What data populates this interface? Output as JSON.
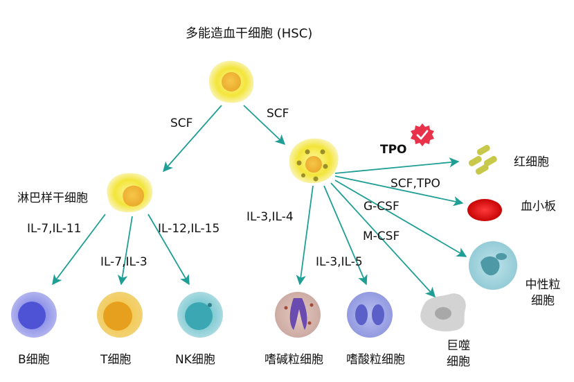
{
  "title": "多能造血干细胞 (HSC)",
  "factors": {
    "scf_left": "SCF",
    "scf_right": "SCF",
    "tpo": "TPO",
    "scf_tpo": "SCF,TPO",
    "g_csf": "G-CSF",
    "m_csf": "M-CSF",
    "il3_il4": "IL-3,IL-4",
    "il3_il5": "IL-3,IL-5",
    "il7_il11": "IL-7,IL-11",
    "il7_il3": "IL-7,IL-3",
    "il12_il15": "IL-12,IL-15"
  },
  "cells": {
    "lymphoid_stem": "淋巴样干细胞",
    "b_cell": "B细胞",
    "t_cell": "T细胞",
    "nk_cell": "NK细胞",
    "basophil": "嗜碱粒细胞",
    "eosinophil": "嗜酸粒细胞",
    "macrophage": "巨噬\n细胞",
    "erythrocyte": "红细胞",
    "platelet": "血小板",
    "neutrophil": "中性粒\n细胞"
  },
  "colors": {
    "arrow": "#1f9e95",
    "badge": "#e8324a",
    "stem_cell": "#f2e33c"
  }
}
